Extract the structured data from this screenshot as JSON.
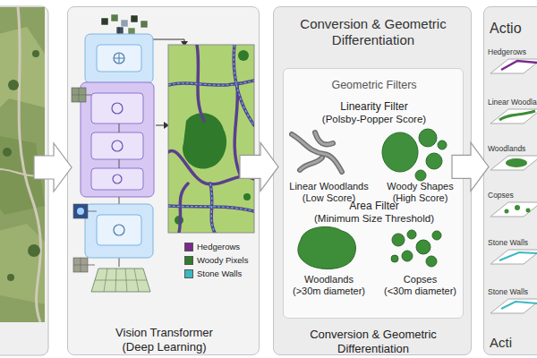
{
  "diagram": {
    "nodes": [
      {
        "text": [
          "Vision Transformer",
          "(Deep Learning)"
        ]
      },
      {
        "text": [
          "Conversion & Geometric Differentiation",
          "Conversion & Geometric Differentiation"
        ]
      },
      {
        "text": [
          "Geometric Filters",
          "Linearity Filter",
          "(Polsby-Popper Score)",
          "Area Filter",
          "(Minimum Size Threshold)"
        ],
        "in": 1
      },
      {
        "text": [
          "Linear Woodlands",
          "(Low Score)"
        ],
        "in": 2
      },
      {
        "text": [
          "Woody Shapes",
          "(High Score)"
        ],
        "in": 2
      },
      {
        "text": [
          "Woodlands",
          "(>30m diameter)"
        ],
        "in": 2
      },
      {
        "text": [
          "Copses",
          "(<30m diameter)"
        ],
        "in": 2
      },
      {
        "text": [
          "Actio",
          "Acti"
        ]
      },
      {
        "text": [
          "Hedgerows"
        ],
        "in": 7
      },
      {
        "text": [
          "Linear Woodla"
        ],
        "in": 7
      },
      {
        "text": [
          "Woodlands"
        ],
        "in": 7
      },
      {
        "text": [
          "Copses"
        ],
        "in": 7
      },
      {
        "text": [
          "Stone Walls"
        ],
        "in": 7
      },
      {
        "text": [
          "Stone Walls"
        ],
        "in": 7
      }
    ],
    "edges": [
      {
        "from": 0,
        "to": 1,
        "arrow": "to"
      },
      {
        "from": 1,
        "to": 7,
        "arrow": "to"
      }
    ],
    "legend": [
      {
        "text": "Hedgerows",
        "color": "#7a2a8c"
      },
      {
        "text": "Woody Pixels",
        "color": "#2f7d2a"
      },
      {
        "text": "Stone Walls",
        "color": "#3cb8c4"
      }
    ]
  }
}
